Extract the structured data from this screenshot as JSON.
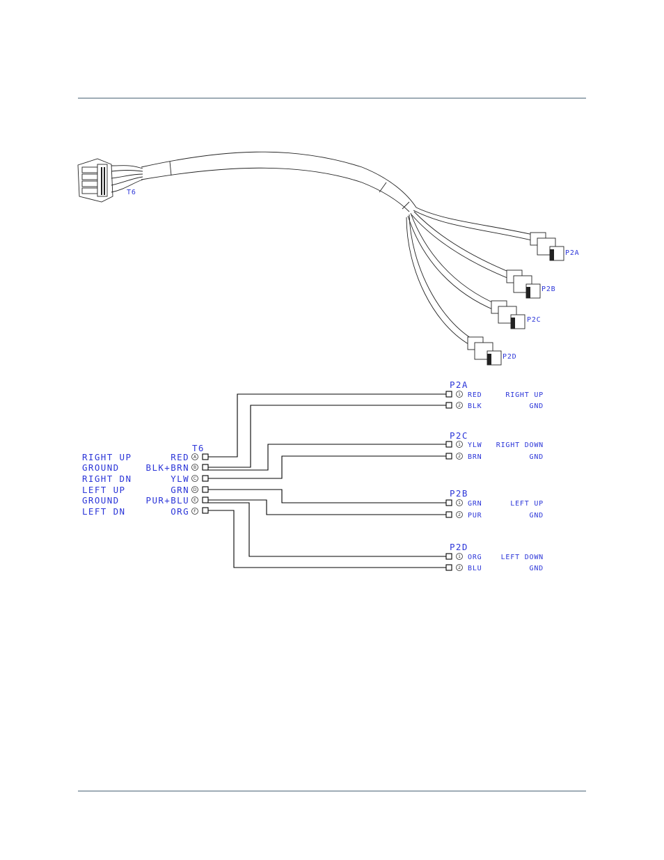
{
  "harness_labels": {
    "t6": "T6",
    "p2a": "P2A",
    "p2b": "P2B",
    "p2c": "P2C",
    "p2d": "P2D"
  },
  "t6_header": "T6",
  "left_rows": [
    {
      "function": "RIGHT UP",
      "color": "RED",
      "pin": "A"
    },
    {
      "function": "GROUND",
      "color": "BLK+BRN",
      "pin": "B"
    },
    {
      "function": "RIGHT DN",
      "color": "YLW",
      "pin": "C"
    },
    {
      "function": "LEFT UP",
      "color": "GRN",
      "pin": "D"
    },
    {
      "function": "GROUND",
      "color": "PUR+BLU",
      "pin": "E"
    },
    {
      "function": "LEFT DN",
      "color": "ORG",
      "pin": "F"
    }
  ],
  "right_groups": [
    {
      "name": "P2A",
      "rows": [
        {
          "pin": "1",
          "color": "RED",
          "function": "RIGHT UP"
        },
        {
          "pin": "2",
          "color": "BLK",
          "function": "GND"
        }
      ]
    },
    {
      "name": "P2C",
      "rows": [
        {
          "pin": "1",
          "color": "YLW",
          "function": "RIGHT DOWN"
        },
        {
          "pin": "2",
          "color": "BRN",
          "function": "GND"
        }
      ]
    },
    {
      "name": "P2B",
      "rows": [
        {
          "pin": "1",
          "color": "GRN",
          "function": "LEFT UP"
        },
        {
          "pin": "2",
          "color": "PUR",
          "function": "GND"
        }
      ]
    },
    {
      "name": "P2D",
      "rows": [
        {
          "pin": "1",
          "color": "ORG",
          "function": "LEFT DOWN"
        },
        {
          "pin": "2",
          "color": "BLU",
          "function": "GND"
        }
      ]
    }
  ],
  "colors": {
    "label_blue": "#2b35d8",
    "rule": "#3d5a6e",
    "line": "#000000"
  }
}
